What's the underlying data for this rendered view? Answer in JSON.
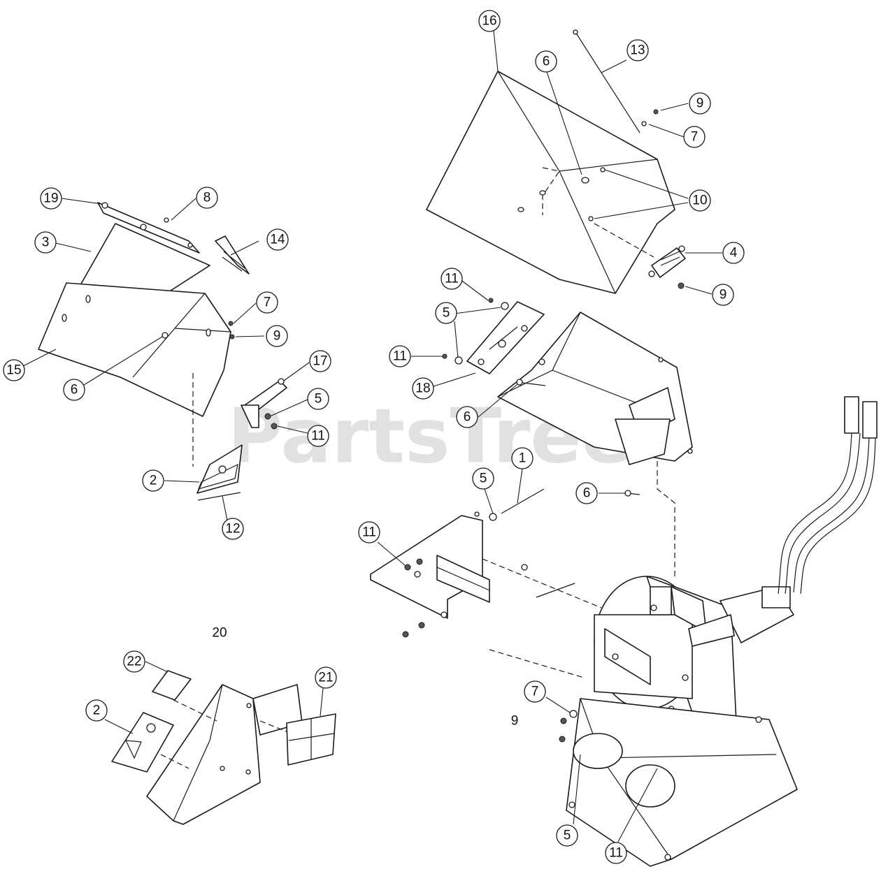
{
  "watermark": "PartsTree",
  "callouts": [
    {
      "label": "16"
    },
    {
      "label": "13"
    },
    {
      "label": "6"
    },
    {
      "label": "9"
    },
    {
      "label": "7"
    },
    {
      "label": "10"
    },
    {
      "label": "4"
    },
    {
      "label": "9"
    },
    {
      "label": "19"
    },
    {
      "label": "8"
    },
    {
      "label": "3"
    },
    {
      "label": "14"
    },
    {
      "label": "7"
    },
    {
      "label": "9"
    },
    {
      "label": "15"
    },
    {
      "label": "6"
    },
    {
      "label": "17"
    },
    {
      "label": "5"
    },
    {
      "label": "11"
    },
    {
      "label": "11"
    },
    {
      "label": "5"
    },
    {
      "label": "11"
    },
    {
      "label": "18"
    },
    {
      "label": "6"
    },
    {
      "label": "1"
    },
    {
      "label": "5"
    },
    {
      "label": "6"
    },
    {
      "label": "2"
    },
    {
      "label": "12"
    },
    {
      "label": "11"
    },
    {
      "label": "20"
    },
    {
      "label": "22"
    },
    {
      "label": "21"
    },
    {
      "label": "2"
    },
    {
      "label": "7"
    },
    {
      "label": "9"
    },
    {
      "label": "5"
    },
    {
      "label": "11"
    }
  ]
}
